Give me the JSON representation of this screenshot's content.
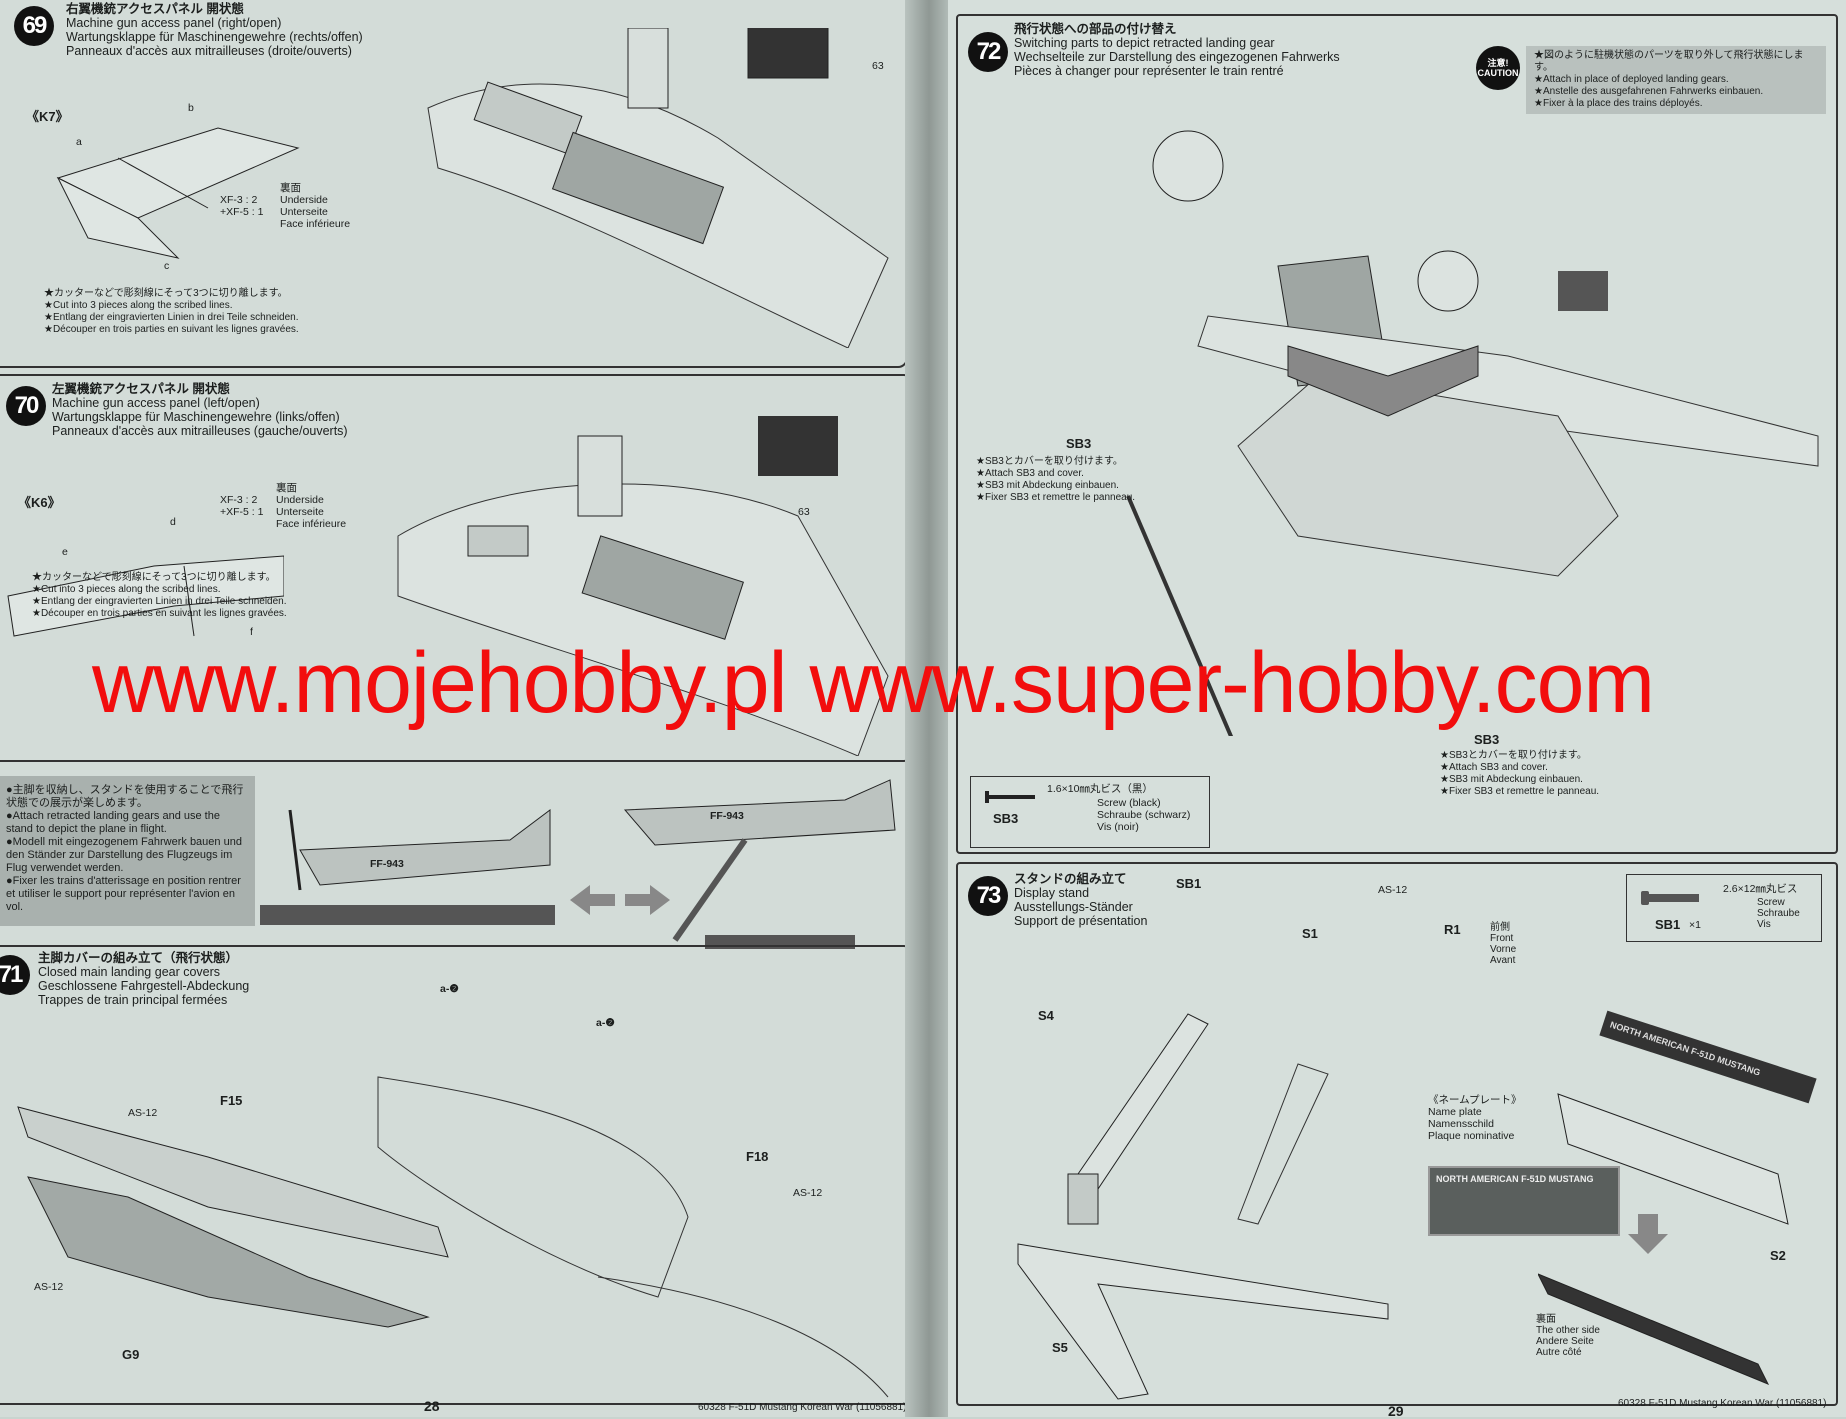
{
  "watermark": "www.mojehobby.pl www.super-hobby.com",
  "step69": {
    "num": "69",
    "jp": "右翼機銃アクセスパネル 開状態",
    "en": "Machine gun access panel (right/open)",
    "de": "Wartungsklappe für Maschinengewehre (rechts/offen)",
    "fr": "Panneaux d'accès aux mitrailleuses (droite/ouverts)",
    "part": "《K7》",
    "paint": "XF-3 : 2\n+XF-5 : 1",
    "underside": [
      "裏面",
      "Underside",
      "Unterseite",
      "Face inférieure"
    ],
    "labels": [
      "a",
      "b",
      "c",
      "63"
    ],
    "notes": [
      "★カッターなどで彫刻線にそって3つに切り離します。",
      "★Cut into 3 pieces along the scribed lines.",
      "★Entlang der eingravierten Linien in drei Teile schneiden.",
      "★Découper en trois parties en suivant les lignes gravées."
    ]
  },
  "step70": {
    "num": "70",
    "jp": "左翼機銃アクセスパネル 開状態",
    "en": "Machine gun access panel (left/open)",
    "de": "Wartungsklappe für Maschinengewehre (links/offen)",
    "fr": "Panneaux d'accès aux mitrailleuses (gauche/ouverts)",
    "part": "《K6》",
    "paint": "XF-3 : 2\n+XF-5 : 1",
    "underside": [
      "裏面",
      "Underside",
      "Unterseite",
      "Face inférieure"
    ],
    "labels": [
      "d",
      "e",
      "f",
      "63"
    ],
    "notes": [
      "★カッターなどで彫刻線にそって3つに切り離します。",
      "★Cut into 3 pieces along the scribed lines.",
      "★Entlang der eingravierten Linien in drei Teile schneiden.",
      "★Découper en trois parties en suivant les lignes gravées."
    ]
  },
  "flight_note": [
    "●主脚を収納し、スタンドを使用することで飛行状態での展示が楽しめます。",
    "●Attach retracted landing gears and use the stand to depict the plane in flight.",
    "●Modell mit eingezogenem Fahrwerk bauen und den Ständer zur Darstellung des Flugzeugs im Flug verwendet werden.",
    "●Fixer les trains d'atterissage en position rentrer et utiliser le support pour représenter l'avion en vol."
  ],
  "plane_code": "FF-943",
  "step71": {
    "num": "71",
    "jp": "主脚カバーの組み立て（飛行状態）",
    "en": "Closed main landing gear covers",
    "de": "Geschlossene Fahrgestell-Abdeckung",
    "fr": "Trappes de train principal fermées",
    "labels": {
      "f15": "F15",
      "f18": "F18",
      "g9": "G9",
      "as12": "AS-12",
      "a2": "a-❷"
    }
  },
  "step72": {
    "num": "72",
    "jp": "飛行状態への部品の付け替え",
    "en": "Switching parts to depict retracted landing gear",
    "de": "Wechselteile zur Darstellung des eingezogenen Fahrwerks",
    "fr": "Pièces à changer pour représenter le train rentré",
    "caution": "注意! CAUTION",
    "caution_notes": [
      "★図のように駐機状態のパーツを取り外して飛行状態にします。",
      "★Attach in place of deployed landing gears.",
      "★Anstelle des ausgefahrenen Fahrwerks einbauen.",
      "★Fixer à la place des trains déployés."
    ],
    "sb3": "SB3",
    "sb3_notes": [
      "★SB3とカバーを取り付けます。",
      "★Attach SB3 and cover.",
      "★SB3 mit Abdeckung einbauen.",
      "★Fixer SB3 et remettre le panneau."
    ],
    "screw": {
      "id": "SB3",
      "size": "1.6×10㎜丸ビス（黒）",
      "en": "Screw (black)",
      "de": "Schraube (schwarz)",
      "fr": "Vis (noir)"
    }
  },
  "step73": {
    "num": "73",
    "jp": "スタンドの組み立て",
    "en": "Display stand",
    "de": "Ausstellungs-Ständer",
    "fr": "Support de présentation",
    "screw": {
      "id": "SB1",
      "qty": "×1",
      "size": "2.6×12㎜丸ビス",
      "en": "Screw",
      "de": "Schraube",
      "fr": "Vis"
    },
    "labels": {
      "sb1": "SB1",
      "s1": "S1",
      "s2": "S2",
      "s4": "S4",
      "s5": "S5",
      "r1": "R1",
      "as12": "AS-12"
    },
    "front": [
      "前側",
      "Front",
      "Vorne",
      "Avant"
    ],
    "nameplate": [
      "《ネームプレート》",
      "Name plate",
      "Namensschild",
      "Plaque nominative"
    ],
    "plate_text": "NORTH AMERICAN F-51D MUSTANG",
    "other_side": [
      "裏面",
      "The other side",
      "Andere Seite",
      "Autre côté"
    ]
  },
  "footer": {
    "left_page": "28",
    "right_page": "29",
    "code": "60328  F-51D Mustang Korean War (11056881)"
  }
}
